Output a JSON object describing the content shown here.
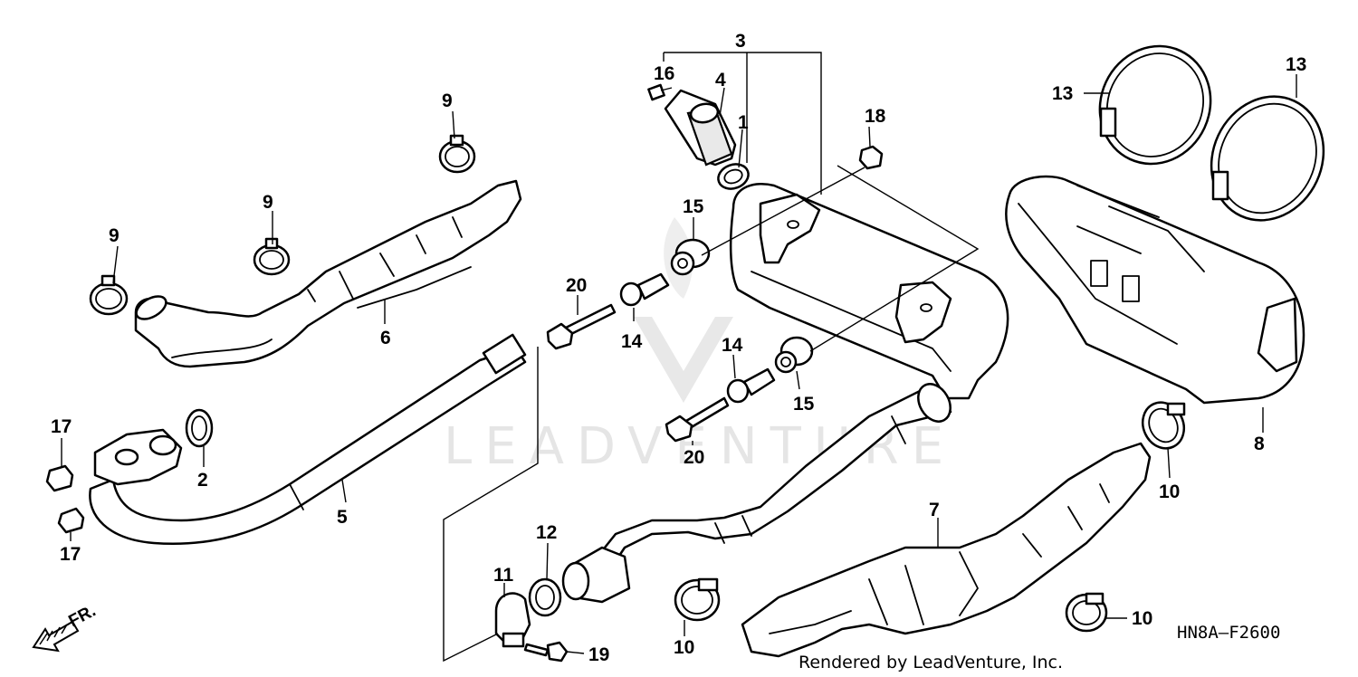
{
  "diagram": {
    "code": "HN8A—F2600",
    "credit": "Rendered by LeadVenture, Inc.",
    "watermark": "LEADVENTURE",
    "direction": "FR."
  },
  "callouts": [
    "1",
    "2",
    "3",
    "4",
    "5",
    "6",
    "7",
    "8",
    "9",
    "9",
    "9",
    "10",
    "10",
    "10",
    "11",
    "12",
    "13",
    "13",
    "14",
    "14",
    "15",
    "15",
    "16",
    "17",
    "17",
    "18",
    "19",
    "20",
    "20"
  ]
}
